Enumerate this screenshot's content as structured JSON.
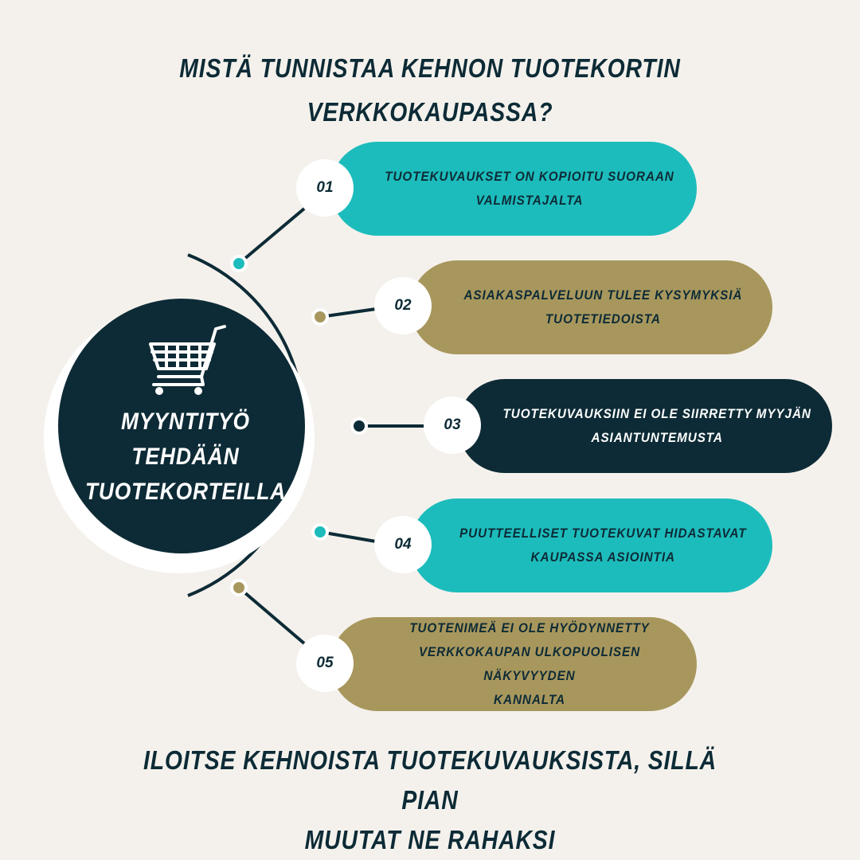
{
  "title_line1": "MISTÄ TUNNISTAA KEHNON TUOTEKORTIN",
  "title_line2": "VERKKOKAUPASSA?",
  "hub": {
    "icon": "shopping-cart-icon",
    "label_line1": "MYYNTITYÖ TEHDÄÄN",
    "label_line2": "TUOTEKORTEILLA"
  },
  "items": [
    {
      "number": "01",
      "line1": "TUOTEKUVAUKSET ON KOPIOITU SUORAAN",
      "line2": "VALMISTAJALTA",
      "line3": "",
      "color": "#1dbcbc"
    },
    {
      "number": "02",
      "line1": "ASIAKASPALVELUUN TULEE KYSYMYKSIÄ",
      "line2": "TUOTETIEDOISTA",
      "line3": "",
      "color": "#a8975d"
    },
    {
      "number": "03",
      "line1": "TUOTEKUVAUKSIIN EI OLE SIIRRETTY MYYJÄN",
      "line2": "ASIANTUNTEMUSTA",
      "line3": "",
      "color": "#0d2b36"
    },
    {
      "number": "04",
      "line1": "PUUTTEELLISET TUOTEKUVAT HIDASTAVAT",
      "line2": "KAUPASSA ASIOINTIA",
      "line3": "",
      "color": "#1dbcbc"
    },
    {
      "number": "05",
      "line1": "TUOTENIMEÄ EI OLE HYÖDYNNETTY",
      "line2": "VERKKOKAUPAN ULKOPUOLISEN NÄKYVYYDEN",
      "line3": "KANNALTA",
      "color": "#a8975d"
    }
  ],
  "footer_line1": "ILOITSE KEHNOISTA TUOTEKUVAUKSISTA, SILLÄ PIAN",
  "footer_line2": "MUUTAT NE RAHAKSI",
  "colors": {
    "background": "#f4f1ec",
    "navy": "#0d2b36",
    "teal": "#1dbcbc",
    "gold": "#a8975d",
    "white": "#ffffff"
  }
}
